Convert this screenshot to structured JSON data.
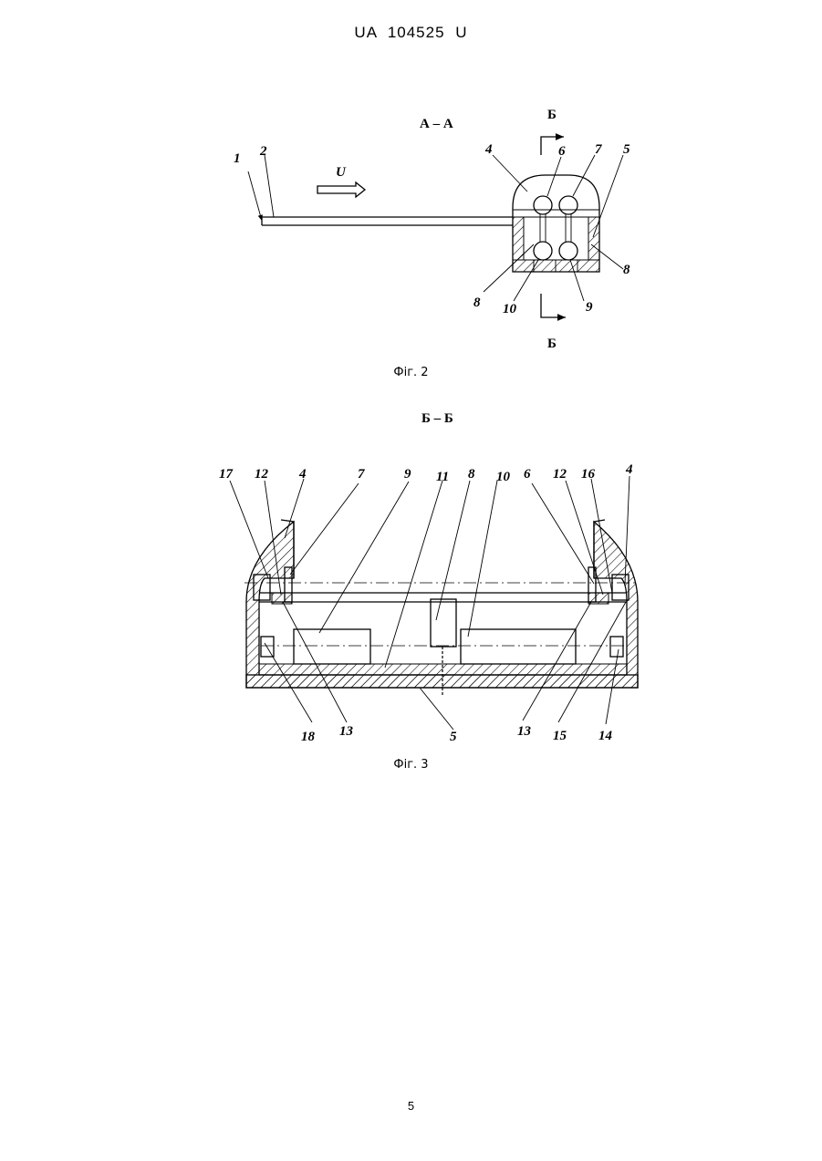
{
  "header": {
    "patent_number": "UA   104525   U"
  },
  "fig2": {
    "caption": "Фіг. 2",
    "section_title": "А – А",
    "section_marker_top": "Б",
    "section_marker_bottom": "Б",
    "velocity_label": "U",
    "callouts": [
      "1",
      "2",
      "4",
      "6",
      "7",
      "5",
      "8",
      "8",
      "10",
      "9"
    ]
  },
  "fig3": {
    "caption": "Фіг. 3",
    "section_title": "Б – Б",
    "callouts_top": [
      "17",
      "12",
      "4",
      "7",
      "9",
      "11",
      "8",
      "10",
      "6",
      "12",
      "16",
      "4"
    ],
    "callouts_bottom": [
      "18",
      "13",
      "5",
      "13",
      "15",
      "14"
    ]
  },
  "page_number": "5"
}
